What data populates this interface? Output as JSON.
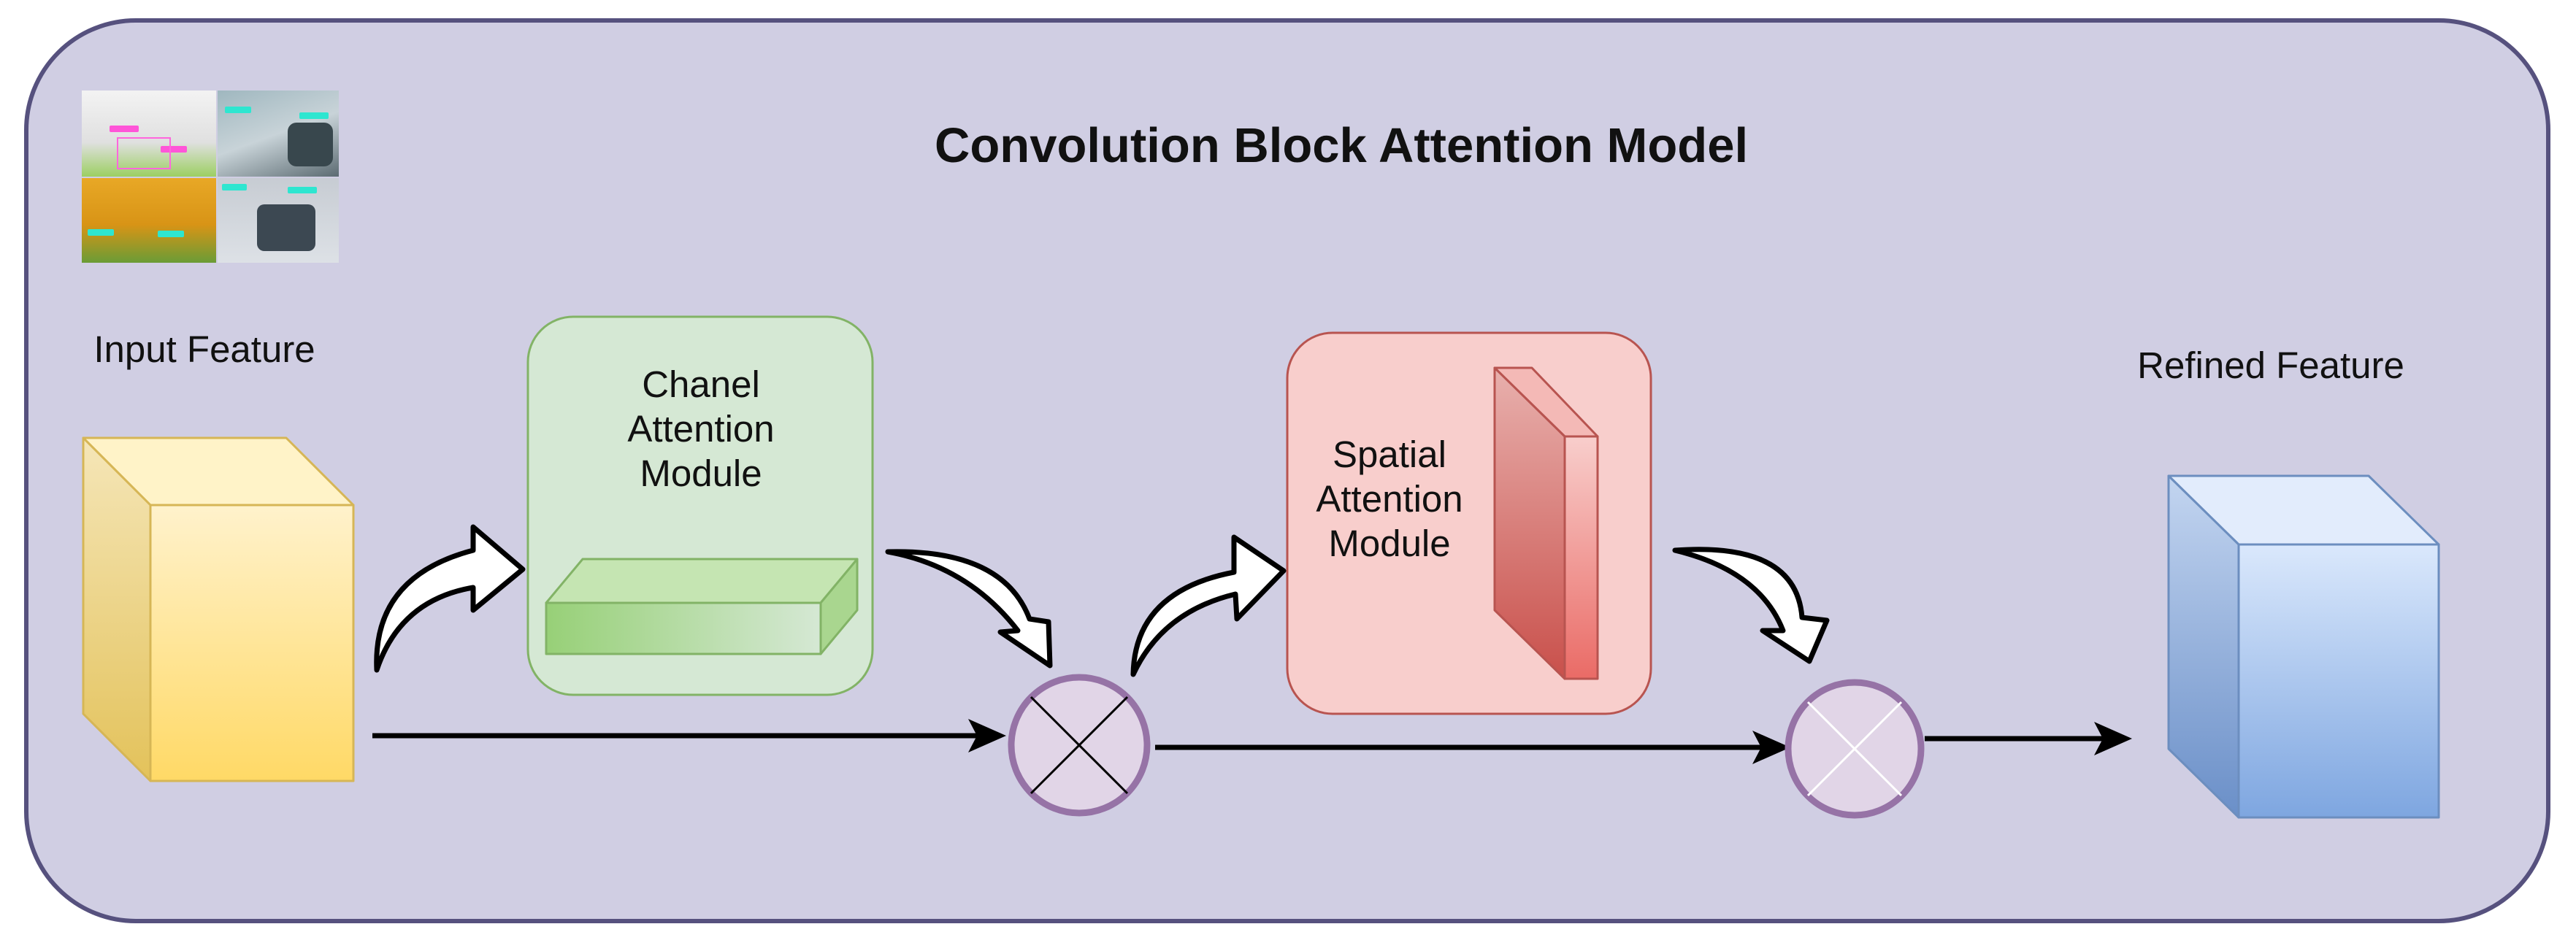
{
  "title": "Convolution Block Attention Model",
  "labels": {
    "input": "Input Feature",
    "refined": "Refined Feature",
    "channel_module": [
      "Chanel",
      "Attention",
      "Module"
    ],
    "spatial_module": [
      "Spatial",
      "Attention",
      "Module"
    ]
  },
  "colors": {
    "panel_fill": "#d0cee3",
    "panel_stroke": "#56517e",
    "input_cube": "#ffd966",
    "refined_cube": "#7ea6e0",
    "channel_box": "#d5e8d4",
    "channel_box_stroke": "#82b366",
    "channel_bar": "#97d077",
    "spatial_box": "#f8cecc",
    "spatial_box_stroke": "#b85450",
    "spatial_slab": "#ea6b66",
    "multiply_node": "#e1d5e7",
    "multiply_stroke": "#9673a6"
  },
  "icons": {
    "input_thumbnails": "image-grid-icon",
    "multiply_1": "multiply-icon",
    "multiply_2": "multiply-icon",
    "curved_arrows": "curved-arrow-icon"
  }
}
